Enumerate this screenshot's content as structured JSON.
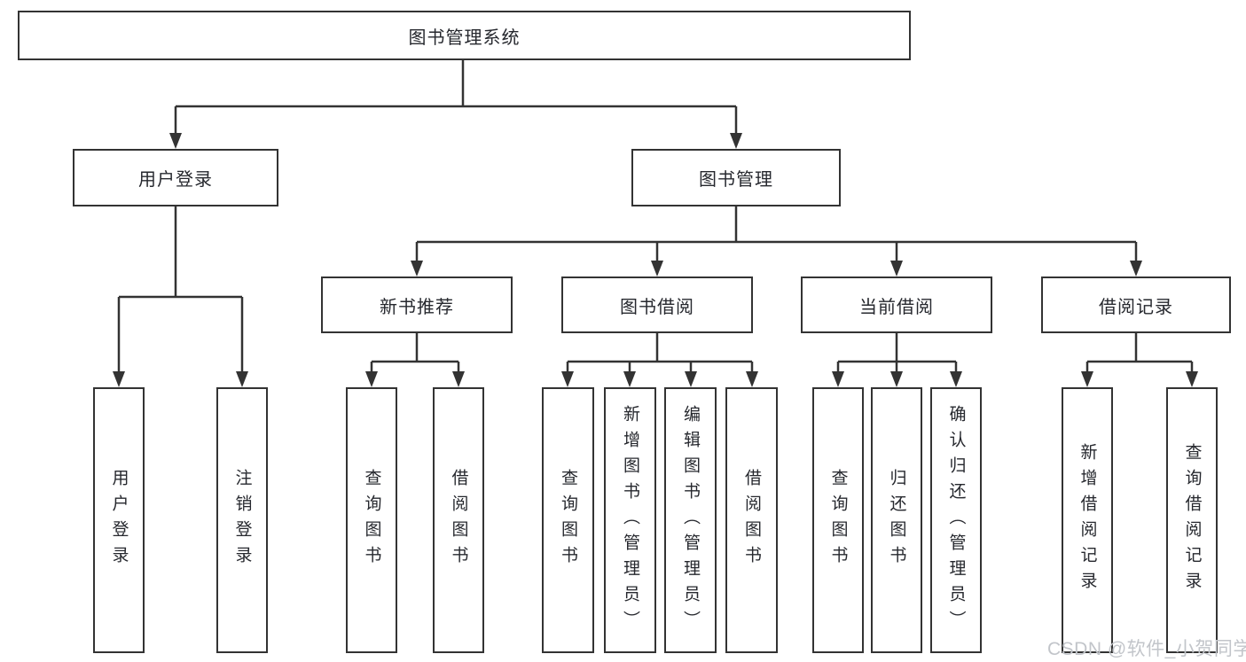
{
  "diagram": {
    "type": "hierarchy-tree",
    "colors": {
      "background": "#ffffff",
      "line": "#333333",
      "box_border": "#333333",
      "box_fill": "#ffffff",
      "text": "#26282e",
      "watermark_text": "#c2c5ca"
    },
    "tree": {
      "root": {
        "label": "图书管理系统",
        "children": [
          {
            "label": "用户登录",
            "children": [
              {
                "label": "用户登录"
              },
              {
                "label": "注销登录"
              }
            ]
          },
          {
            "label": "图书管理",
            "children": [
              {
                "label": "新书推荐",
                "children": [
                  {
                    "label": "查询图书"
                  },
                  {
                    "label": "借阅图书"
                  }
                ]
              },
              {
                "label": "图书借阅",
                "children": [
                  {
                    "label": "查询图书"
                  },
                  {
                    "label": "新增图书（管理员）"
                  },
                  {
                    "label": "编辑图书（管理员）"
                  },
                  {
                    "label": "借阅图书"
                  }
                ]
              },
              {
                "label": "当前借阅",
                "children": [
                  {
                    "label": "查询图书"
                  },
                  {
                    "label": "归还图书"
                  },
                  {
                    "label": "确认归还（管理员）"
                  }
                ]
              },
              {
                "label": "借阅记录",
                "children": [
                  {
                    "label": "新增借阅记录"
                  },
                  {
                    "label": "查询借阅记录"
                  }
                ]
              }
            ]
          }
        ]
      }
    },
    "watermark": "CSDN @软件_小贺同学"
  }
}
